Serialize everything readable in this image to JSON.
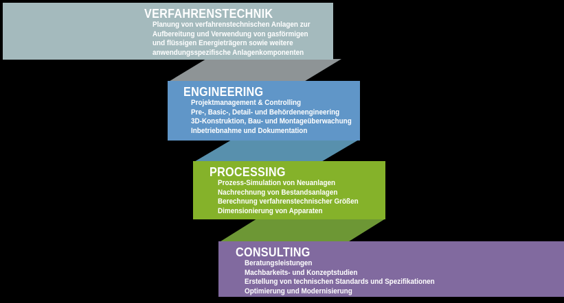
{
  "colors": {
    "background": "#000000",
    "text": "#ffffff",
    "banner_verfahrenstechnik": "#a4babd",
    "fold_verfahrenstechnik": "#8e9496",
    "banner_engineering": "#6096c8",
    "fold_engineering": "#5890ad",
    "banner_processing": "#85b22a",
    "fold_processing": "#6d9735",
    "banner_consulting": "#816a9f"
  },
  "banners": [
    {
      "id": "verfahrenstechnik",
      "title": "VERFAHRENSTECHNIK",
      "lines": [
        "Planung von verfahrenstechnischen Anlagen zur",
        "Aufbereitung und Verwendung von gasförmigen",
        "und flüssigen Energieträgern sowie weitere",
        "anwendungsspezifische Anlagenkomponenten"
      ]
    },
    {
      "id": "engineering",
      "title": "ENGINEERING",
      "lines": [
        "Projektmanagement & Controlling",
        "Pre-, Basic-, Detail- und Behördenengineering",
        "3D-Konstruktion, Bau- und Montageüberwachung",
        "Inbetriebnahme und Dokumentation"
      ]
    },
    {
      "id": "processing",
      "title": "PROCESSING",
      "lines": [
        "Prozess-Simulation von Neuanlagen",
        "Nachrechnung von Bestandsanlagen",
        "Berechnung verfahrenstechnischer Größen",
        "Dimensionierung von Apparaten"
      ]
    },
    {
      "id": "consulting",
      "title": "CONSULTING",
      "lines": [
        "Beratungsleistungen",
        "Machbarkeits- und Konzeptstudien",
        "Erstellung von technischen Standards und Spezifikationen",
        "Optimierung und Modernisierung"
      ]
    }
  ]
}
